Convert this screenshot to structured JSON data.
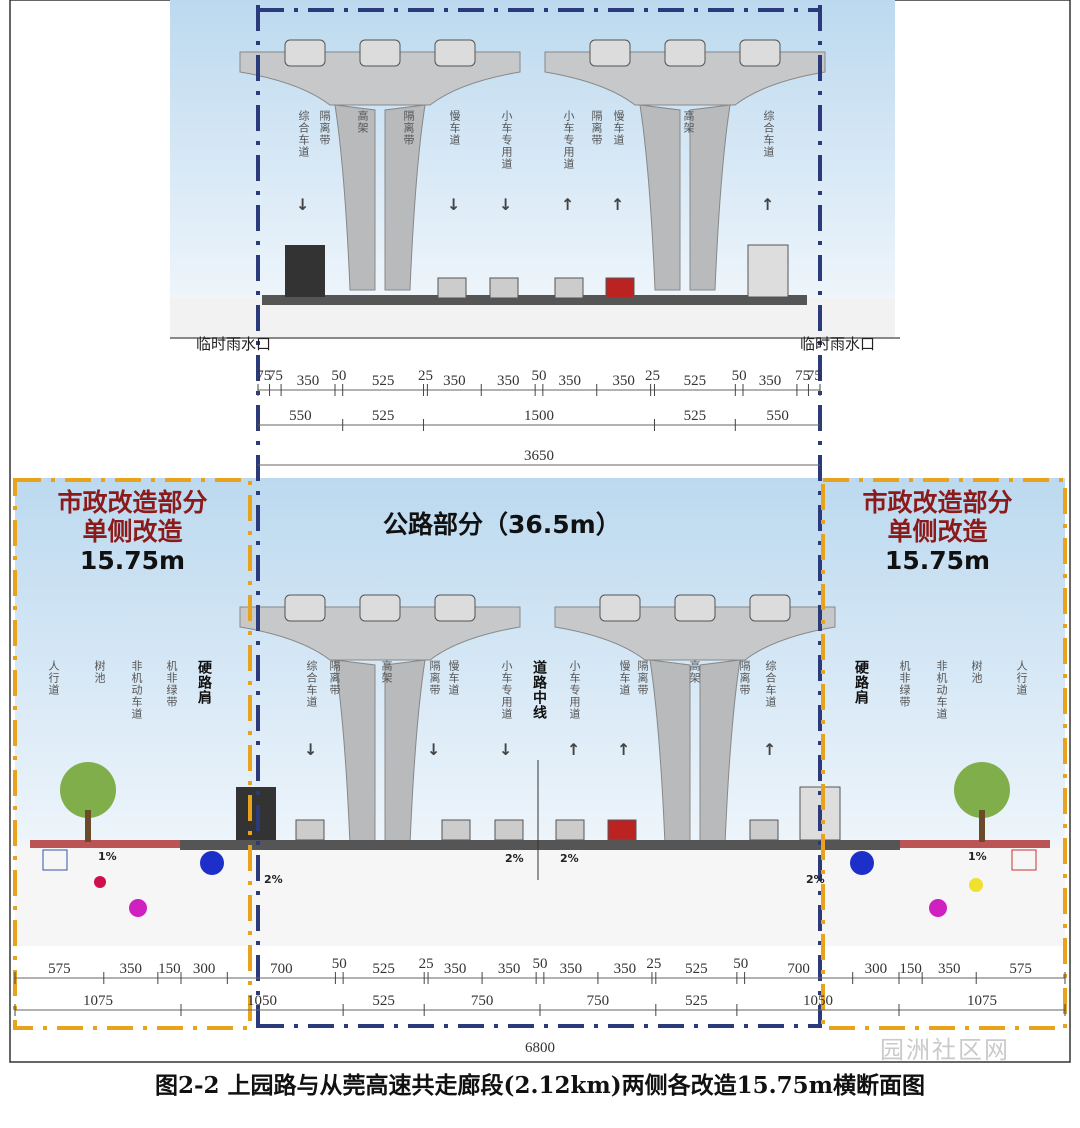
{
  "top_section": {
    "inlet_left": "临时雨水口",
    "inlet_right": "临时雨水口",
    "lane_labels_left": [
      "综合车道",
      "隔离带",
      "高架",
      "隔离带",
      "慢车道",
      "小车专用道"
    ],
    "lane_labels_right": [
      "小车专用道",
      "慢车道",
      "隔离带",
      "高架",
      "综合车道"
    ],
    "dims_row1": [
      "75",
      "75",
      "350",
      "50",
      "525",
      "25",
      "350",
      "350",
      "50",
      "350",
      "350",
      "25",
      "525",
      "50",
      "350",
      "75",
      "75"
    ],
    "dims_row1_values": [
      75,
      75,
      350,
      50,
      525,
      25,
      350,
      350,
      50,
      350,
      350,
      25,
      525,
      50,
      350,
      75,
      75
    ],
    "dims_row2": [
      "550",
      "525",
      "1500",
      "525",
      "550"
    ],
    "dims_row2_values": [
      550,
      525,
      1500,
      525,
      550
    ],
    "total": "3650"
  },
  "bottom_section": {
    "highway_title": "公路部分（36.5m）",
    "municipal_left": [
      "市政改造部分",
      "单侧改造",
      "15.75m"
    ],
    "municipal_right": [
      "市政改造部分",
      "单侧改造",
      "15.75m"
    ],
    "labels_left": [
      "人行道",
      "树池",
      "非机动车道",
      "机非绿带",
      "硬路肩",
      "综合车道",
      "隔离带",
      "高架",
      "隔离带",
      "慢车道",
      "小车专用道",
      "道路中线"
    ],
    "labels_right": [
      "小车专用道",
      "慢车道",
      "隔离带",
      "高架",
      "隔离带",
      "综合车道",
      "硬路肩",
      "机非绿带",
      "非机动车道",
      "树池",
      "人行道"
    ],
    "slopes": [
      "1%",
      "2%",
      "2%",
      "2%",
      "2%",
      "1%"
    ],
    "dims_row1": [
      "575",
      "350",
      "150",
      "300",
      "700",
      "50",
      "525",
      "25",
      "350",
      "350",
      "50",
      "350",
      "350",
      "25",
      "525",
      "50",
      "700",
      "300",
      "150",
      "350",
      "575"
    ],
    "dims_row1_values": [
      575,
      350,
      150,
      300,
      700,
      50,
      525,
      25,
      350,
      350,
      50,
      350,
      350,
      25,
      525,
      50,
      700,
      300,
      150,
      350,
      575
    ],
    "dims_row2": [
      "1075",
      "1050",
      "525",
      "750",
      "750",
      "525",
      "1050",
      "1075"
    ],
    "dims_row2_values": [
      1075,
      1050,
      525,
      750,
      750,
      525,
      1050,
      1075
    ],
    "total": "6800"
  },
  "caption": "图2-2  上园路与从莞高速共走廊段(2.12km)两侧各改造15.75m横断面图",
  "watermark": "园洲社区网",
  "colors": {
    "highway_boundary": "#2b3a7a",
    "municipal_boundary": "#e8a21c",
    "title_red": "#8b1a1a"
  }
}
